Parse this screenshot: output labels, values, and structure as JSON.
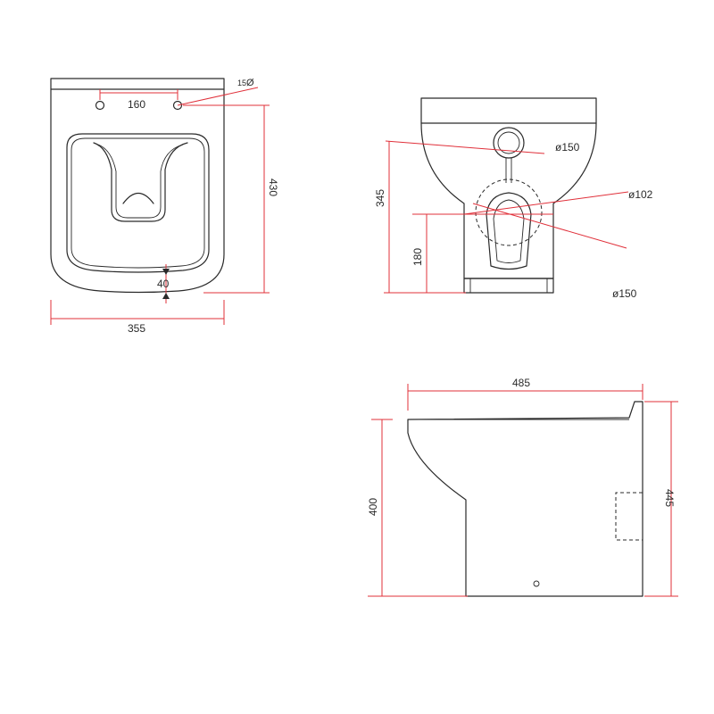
{
  "dimensions": {
    "plan_hole_spacing": "160",
    "plan_hole_diameter": "15",
    "plan_hole_symbol": "Ø",
    "plan_depth": "430",
    "plan_front_offset": "40",
    "plan_width": "355",
    "front_diam_inlet": "ø150",
    "front_diam_waste": "ø102",
    "front_diam_outlet": "ø150",
    "front_height_inlet": "345",
    "front_height_outlet": "180",
    "side_length": "485",
    "side_height_rim": "400",
    "side_height_total": "445"
  },
  "colors": {
    "dimension": "#e0303a",
    "outline": "#2a2a2a",
    "background": "#ffffff"
  }
}
